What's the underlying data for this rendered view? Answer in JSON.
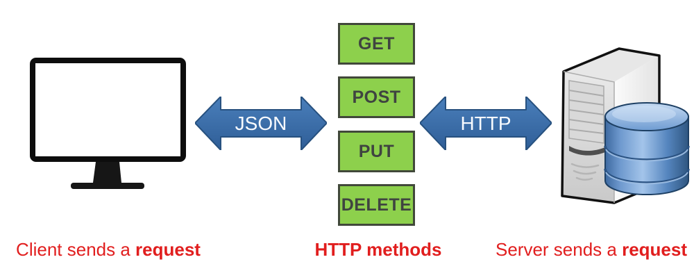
{
  "client": {
    "icon": "monitor-icon",
    "caption": {
      "normal": "Client sends a ",
      "bold": "request"
    }
  },
  "left_arrow": {
    "label": "JSON"
  },
  "methods": {
    "caption": "HTTP methods",
    "items": [
      "GET",
      "POST",
      "PUT",
      "DELETE"
    ]
  },
  "right_arrow": {
    "label": "HTTP"
  },
  "server": {
    "icon": "server-database-icon",
    "caption": {
      "normal": "Server sends a ",
      "bold": "request"
    }
  },
  "colors": {
    "method_green": "#8DD04C",
    "method_border": "#41483A",
    "method_text": "#3F4440",
    "arrow_blue": "#3A6DAB",
    "arrow_edge": "#27517F",
    "label_red": "#E11E1E",
    "database_blue": "#5585BE",
    "tower_gray": "#DDDDDD"
  }
}
